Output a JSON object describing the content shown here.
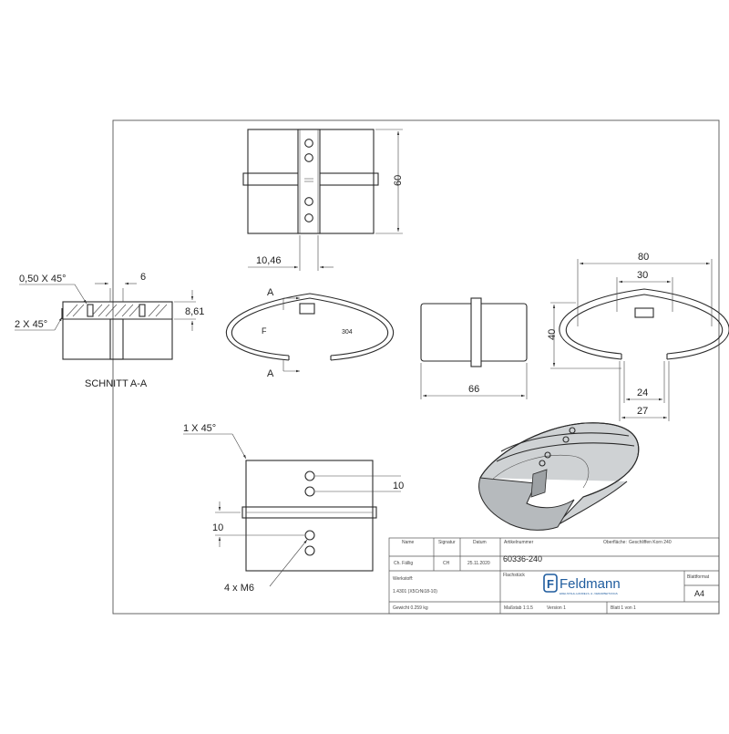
{
  "drawing": {
    "front_view": {
      "height_dim": "60",
      "hole_offset_dim": "10,46"
    },
    "section": {
      "chamfer_top": "0,50 X 45°",
      "slot_width": "6",
      "height_dim": "8,61",
      "chamfer_side": "2 X 45°",
      "title": "SCHNITT A-A"
    },
    "top_view": {
      "cut_label_top": "A",
      "cut_label_bottom": "A",
      "material_mark": "304",
      "letter_f": "F"
    },
    "side_view": {
      "height_dim": "40",
      "length_dim": "66"
    },
    "end_view": {
      "width_outer": "80",
      "width_inner": "30",
      "height_dim": "40",
      "gap_inner": "24",
      "gap_outer": "27"
    },
    "plan_view": {
      "chamfer": "1 X 45°",
      "hole_spacing_right": "10",
      "hole_spacing_left": "10",
      "holes": "4 x M6"
    }
  },
  "title_block": {
    "headers": {
      "name": "Name",
      "signature": "Signatur",
      "date": "Datum",
      "article": "Artikelnummer",
      "surface": "Oberfläche:",
      "surface_value": "Geschliffen Korn 240"
    },
    "row": {
      "name": "Ch. Fällig",
      "signature": "CH",
      "date": "25.11.2020"
    },
    "article_number": "60336-240",
    "description_label": "Flachstück",
    "material_label": "Werkstoff:",
    "material_value": "1.4301 (X5CrNi18-10)",
    "weight": "Gewicht 0.259 kg",
    "scale": "Maßstab 1:1.5",
    "version": "Version 1",
    "sheet": "Blatt 1 von 1",
    "format_label": "Blattformat",
    "format": "A4",
    "company": "Feldmann",
    "company_tagline": "EDELSTAHL-HANDELS- & -VERARBEITUNGS",
    "logo_letter": "F"
  }
}
